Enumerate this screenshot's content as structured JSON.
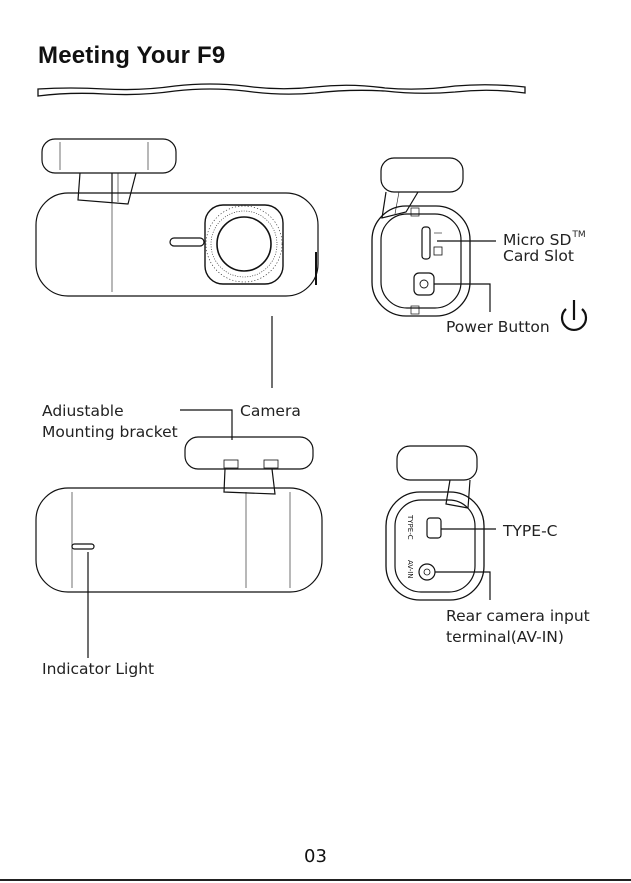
{
  "page": {
    "title": "Meeting Your F9",
    "page_number": "03"
  },
  "labels": {
    "micro_sd_line1": "Micro SD",
    "micro_sd_tm": "TM",
    "micro_sd_line2": "Card Slot",
    "power_button": "Power Button",
    "adjustable_line1": "Adiustable",
    "adjustable_line2": "Mounting bracket",
    "camera": "Camera",
    "type_c": "TYPE-C",
    "rear_camera_line1": "Rear camera input",
    "rear_camera_line2": "terminal(AV-IN)",
    "indicator_light": "Indicator Light"
  }
}
